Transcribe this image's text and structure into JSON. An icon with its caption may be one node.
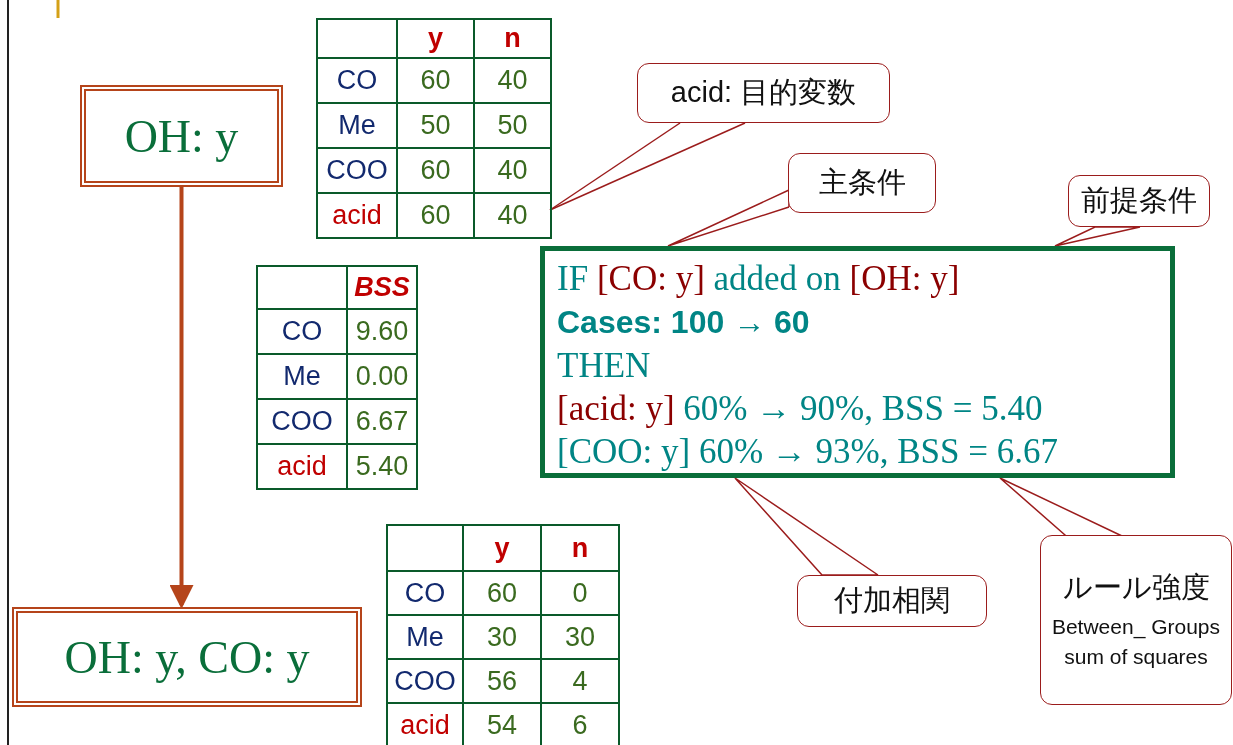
{
  "diagram": {
    "nodes": [
      {
        "text": [
          "OH: y"
        ]
      },
      {
        "text": [
          "OH: y, CO: y"
        ]
      },
      {
        "text": [
          "acid: 目的変数"
        ]
      },
      {
        "text": [
          "主条件"
        ]
      },
      {
        "text": [
          "前提条件"
        ]
      },
      {
        "text": [
          "IF",
          "[CO: y]",
          "added on",
          "[OH: y]",
          "Cases: 100 → 60",
          "THEN",
          "[acid: y]",
          "60% → 90%, BSS = 5.40",
          "[COO: y] 60% → 93%, BSS = 6.67"
        ]
      },
      {
        "text": [
          "付加相関"
        ]
      },
      {
        "text": [
          "ルール強度",
          "Between_ Groups sum of squares"
        ]
      }
    ],
    "edges": [
      {
        "from": 0,
        "to": 1,
        "arrow": "to",
        "style": "thick"
      },
      {
        "from": 2,
        "to": null,
        "arrow": "none"
      },
      {
        "from": 3,
        "to": 5,
        "arrow": "none"
      },
      {
        "from": 4,
        "to": 5,
        "arrow": "none"
      },
      {
        "from": 6,
        "to": 5,
        "arrow": "none"
      },
      {
        "from": 7,
        "to": 5,
        "arrow": "none"
      }
    ],
    "labels": [
      "y",
      "n",
      "CO",
      "60",
      "40",
      "Me",
      "50",
      "50",
      "COO",
      "60",
      "40",
      "acid",
      "60",
      "40",
      "BSS",
      "CO",
      "9.60",
      "Me",
      "0.00",
      "COO",
      "6.67",
      "acid",
      "5.40",
      "y",
      "n",
      "CO",
      "60",
      "0",
      "Me",
      "30",
      "30",
      "COO",
      "56",
      "4",
      "acid",
      "54",
      "6"
    ]
  }
}
